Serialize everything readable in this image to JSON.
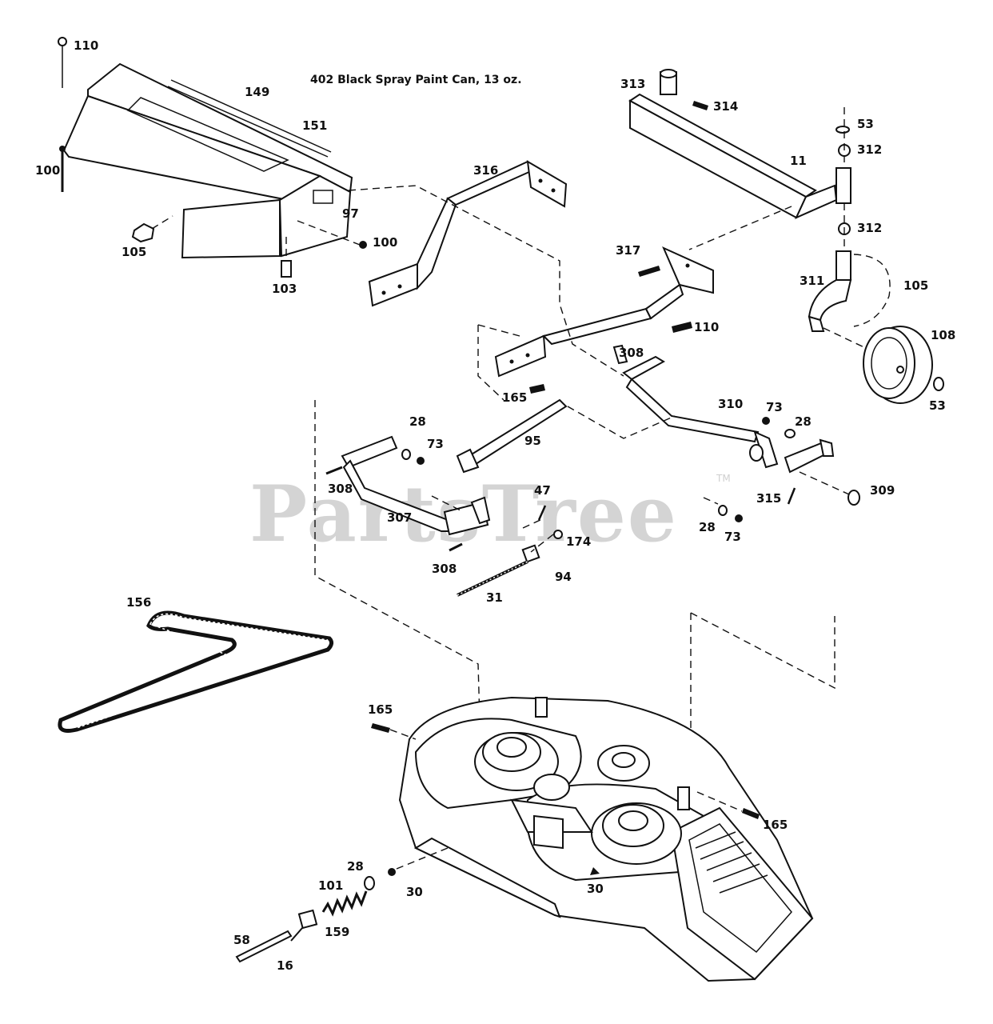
{
  "note": "402  Black Spray Paint Can, 13 oz.",
  "watermark": "PartsTree",
  "watermark_mark": "TM",
  "labels": {
    "l110a": "110",
    "l149": "149",
    "l151": "151",
    "l100a": "100",
    "l97": "97",
    "l105a": "105",
    "l100b": "100",
    "l103": "103",
    "l313": "313",
    "l314": "314",
    "l53a": "53",
    "l312a": "312",
    "l11": "11",
    "l312b": "312",
    "l316": "316",
    "l317": "317",
    "l311": "311",
    "l105b": "105",
    "l108": "108",
    "l110b": "110",
    "l308a": "308",
    "l53b": "53",
    "l165a": "165",
    "l310": "310",
    "l73a": "73",
    "l28a": "28",
    "l28b": "28",
    "l73b": "73",
    "l95": "95",
    "l308b": "308",
    "l307": "307",
    "l47": "47",
    "l174": "174",
    "l315": "315",
    "l309": "309",
    "l28c": "28",
    "l73c": "73",
    "l308c": "308",
    "l94": "94",
    "l31": "31",
    "l156": "156",
    "l165b": "165",
    "l165c": "165",
    "l28d": "28",
    "l30a": "30",
    "l101": "101",
    "l30b": "30",
    "l58": "58",
    "l159": "159",
    "l16": "16"
  }
}
